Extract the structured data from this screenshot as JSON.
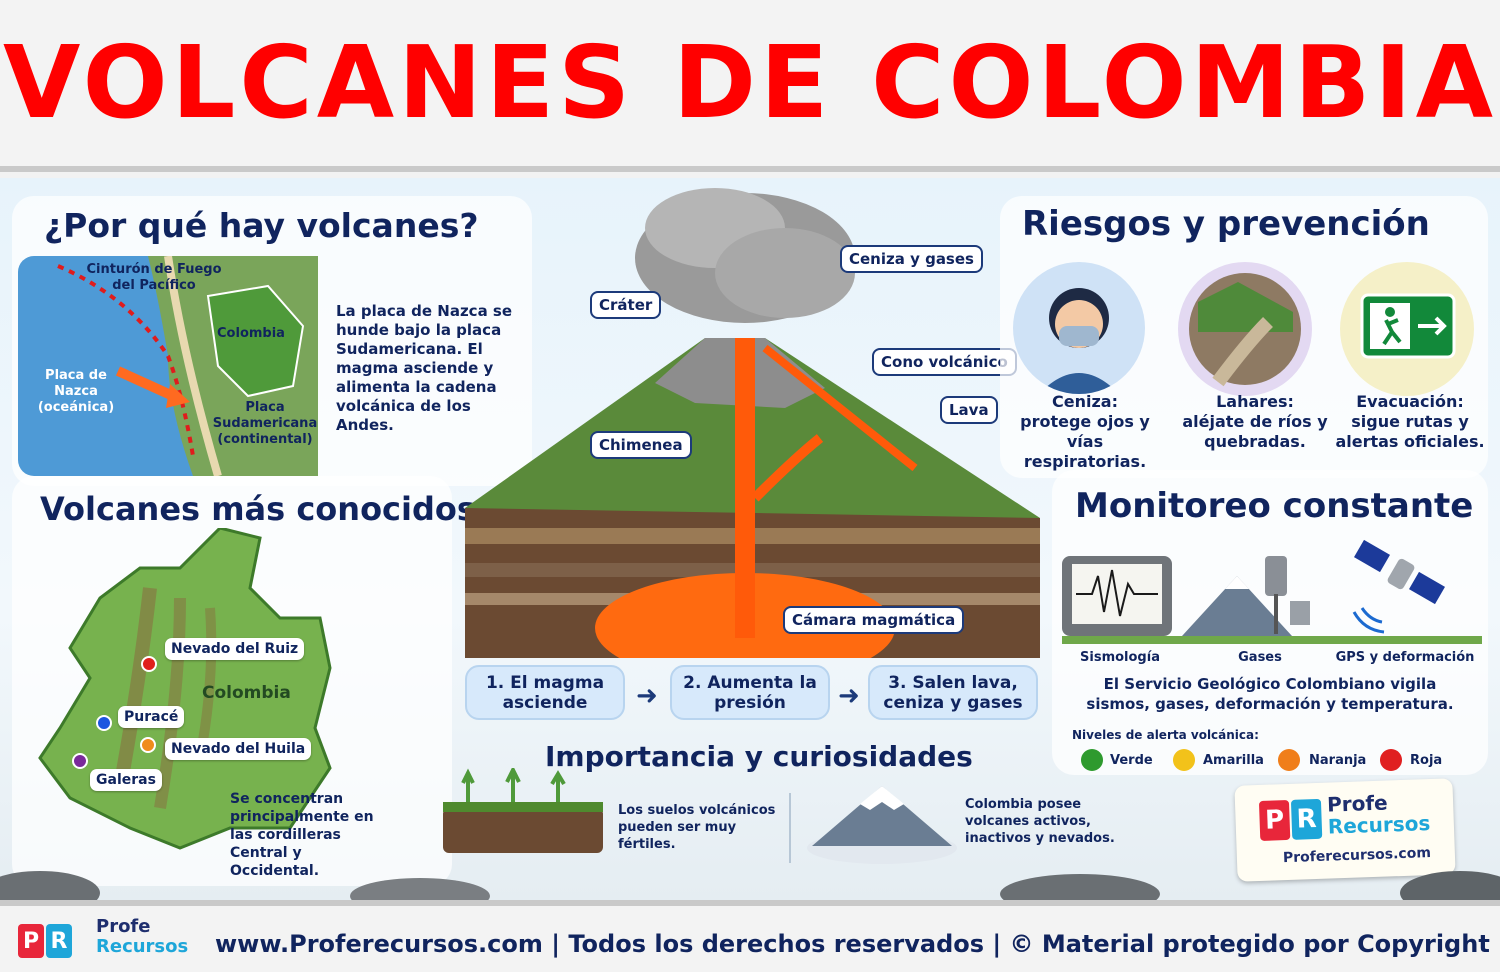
{
  "title": "VOLCANES DE COLOMBIA",
  "why": {
    "heading": "¿Por qué hay volcanes?",
    "map_labels": {
      "ring": "Cinturón de Fuego del Pacífico",
      "colombia": "Colombia",
      "nazca": "Placa de Nazca (oceánica)",
      "sudamericana": "Placa Sudamericana (continental)"
    },
    "text": "La placa de Nazca se hunde bajo la placa Sudamericana. El magma asciende y alimenta la cadena volcánica de los Andes."
  },
  "known": {
    "heading": "Volcanes más conocidos",
    "country_label": "Colombia",
    "volcanoes": [
      {
        "name": "Nevado del Ruiz",
        "color": "#e0201c"
      },
      {
        "name": "Puracé",
        "color": "#1c56e0"
      },
      {
        "name": "Nevado del Huila",
        "color": "#f08c1c"
      },
      {
        "name": "Galeras",
        "color": "#7a2a9a"
      }
    ],
    "text": "Se concentran principalmente en las cordilleras Central y Occidental."
  },
  "volcano_diagram": {
    "labels": {
      "ash": "Ceniza y gases",
      "crater": "Cráter",
      "cone": "Cono volcánico",
      "lava": "Lava",
      "chimney": "Chimenea",
      "chamber": "Cámara magmática"
    },
    "steps": [
      "1. El magma asciende",
      "2.  Aumenta la presión",
      "3. Salen lava, ceniza y gases"
    ]
  },
  "importance": {
    "heading": "Importancia y curiosidades",
    "items": [
      "Los suelos volcánicos pueden ser muy fértiles.",
      "Colombia posee volcanes activos, inactivos y nevados."
    ]
  },
  "risks": {
    "heading": "Riesgos y prevención",
    "items": [
      {
        "title": "Ceniza:",
        "text": "protege ojos y vías respiratorias."
      },
      {
        "title": "Lahares:",
        "text": "aléjate de ríos y quebradas."
      },
      {
        "title": "Evacuación:",
        "text": "sigue rutas y alertas oficiales."
      }
    ]
  },
  "monitoring": {
    "heading": "Monitoreo constante",
    "tools": [
      "Sismología",
      "Gases",
      "GPS y deformación"
    ],
    "text": "El Servicio Geológico Colombiano vigila sismos, gases, deformación y temperatura.",
    "alert_title": "Niveles de alerta volcánica:",
    "alerts": [
      {
        "name": "Verde",
        "color": "#2e9a2e"
      },
      {
        "name": "Amarilla",
        "color": "#f2c21a"
      },
      {
        "name": "Naranja",
        "color": "#f07e1a"
      },
      {
        "name": "Roja",
        "color": "#e02020"
      }
    ]
  },
  "brand": {
    "logo_letters": [
      "P",
      "R"
    ],
    "line1": "Profe",
    "line2": "Recursos",
    "site": "Proferecursos.com"
  },
  "footer": {
    "text": "www.Proferecursos.com | Todos los derechos reservados | © Material protegido por Copyright"
  }
}
